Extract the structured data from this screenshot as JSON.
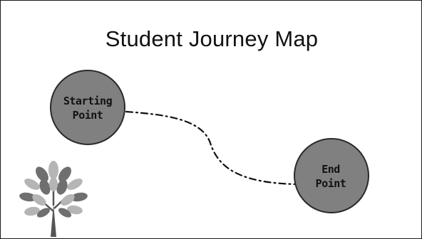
{
  "title": "Student Journey Map",
  "nodes": {
    "start": {
      "line1": "Starting",
      "line2": "Point"
    },
    "end": {
      "line1": "End",
      "line2": "Point"
    }
  },
  "colors": {
    "node_fill": "#808080",
    "node_stroke": "#2a2a2a",
    "path": "#111111",
    "tree_leaves_dark": "#6f6f6f",
    "tree_leaves_light": "#b5b5b5"
  },
  "icons": {
    "decoration": "tree-icon"
  }
}
